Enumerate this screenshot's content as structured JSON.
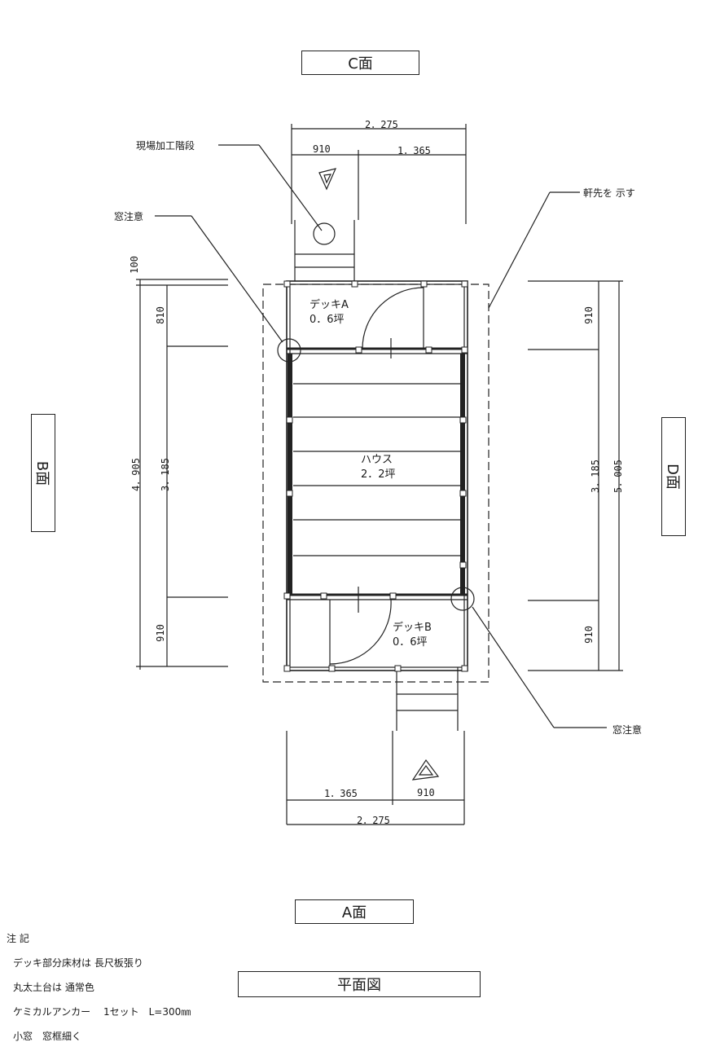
{
  "faces": {
    "c": "C面",
    "a": "A面",
    "b": "B面",
    "d": "D面"
  },
  "title_box": "平面図",
  "callouts": {
    "stairs": "現場加工階段",
    "window_caution_top": "窓注意",
    "eaves": "軒先を 示す",
    "window_caution_bottom": "窓注意"
  },
  "rooms": {
    "deck_a_name": "デッキA",
    "deck_a_area": "0．6坪",
    "house_name": "ハウス",
    "house_area": "2．2坪",
    "deck_b_name": "デッキB",
    "deck_b_area": "0．6坪"
  },
  "dimensions": {
    "top_total": "2．275",
    "top_left": "910",
    "top_right": "1．365",
    "bottom_left": "1．365",
    "bottom_right": "910",
    "bottom_total": "2．275",
    "left_top_margin": "100",
    "left_top": "810",
    "left_middle": "3．185",
    "left_total": "4．905",
    "left_bottom": "910",
    "right_top": "910",
    "right_middle": "3．185",
    "right_total": "5．005",
    "right_bottom": "910"
  },
  "notes": {
    "heading": "注 記",
    "lines": [
      "デッキ部分床材は 長尺板張り",
      "丸太土台は 通常色",
      "ケミカルアンカー　 1セット　L=300㎜",
      "小窓　窓框細く"
    ]
  }
}
